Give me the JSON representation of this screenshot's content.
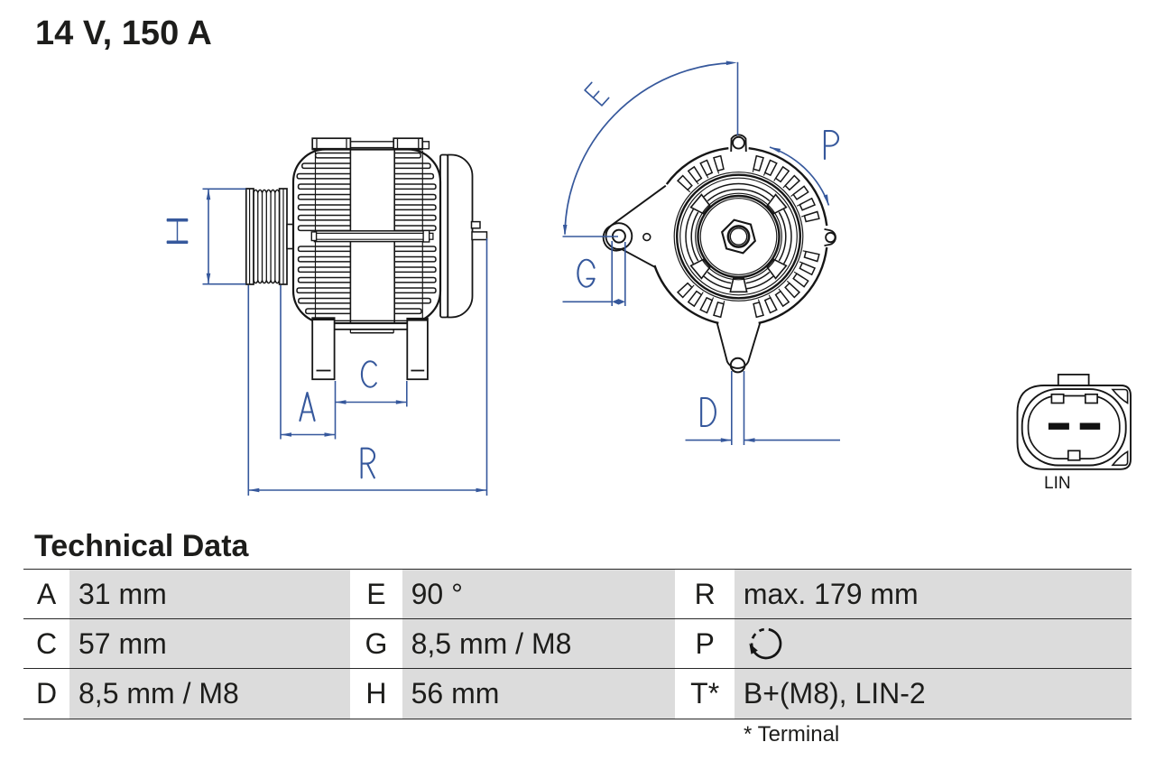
{
  "header": {
    "title": "14 V, 150 A"
  },
  "diagram": {
    "dimension_labels": {
      "H": "H",
      "A": "A",
      "C": "C",
      "R": "R",
      "E": "E",
      "G": "G",
      "D": "D",
      "P": "P"
    },
    "connector_label": "LIN",
    "views": [
      "alternator-side-view",
      "alternator-front-view",
      "lin-connector-pinout"
    ]
  },
  "table": {
    "title": "Technical Data",
    "rows": [
      [
        {
          "label": "A",
          "value": "31 mm"
        },
        {
          "label": "E",
          "value": "90 °"
        },
        {
          "label": "R",
          "value": "max. 179 mm"
        }
      ],
      [
        {
          "label": "C",
          "value": "57 mm"
        },
        {
          "label": "G",
          "value": "8,5 mm / M8"
        },
        {
          "label": "P",
          "value": "",
          "icon": "rotation-clockwise-icon"
        }
      ],
      [
        {
          "label": "D",
          "value": "8,5 mm / M8"
        },
        {
          "label": "H",
          "value": "56 mm"
        },
        {
          "label": "T*",
          "value": "B+(M8), LIN-2"
        }
      ]
    ],
    "footnote": "* Terminal"
  },
  "colors": {
    "dimension_blue": "#36589c",
    "line_black": "#161616",
    "cell_gray": "#dcdcdc"
  }
}
